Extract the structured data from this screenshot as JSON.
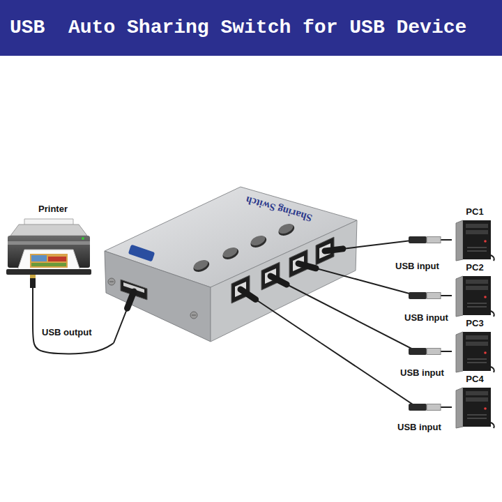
{
  "diagram": {
    "title": "USB  Auto Sharing Switch for USB Device",
    "nodes": [
      {
        "text": [
          "Printer"
        ]
      },
      {
        "text": [
          "Sharing Switch"
        ]
      },
      {
        "text": [
          "PC1"
        ]
      },
      {
        "text": [
          "PC2"
        ]
      },
      {
        "text": [
          "PC3"
        ]
      },
      {
        "text": [
          "PC4"
        ]
      }
    ],
    "edges": [
      {
        "from": 1,
        "to": 0,
        "arrow": "none",
        "label": "USB output"
      },
      {
        "from": 2,
        "to": 1,
        "arrow": "none",
        "label": "USB input"
      },
      {
        "from": 3,
        "to": 1,
        "arrow": "none",
        "label": "USB input"
      },
      {
        "from": 4,
        "to": 1,
        "arrow": "none",
        "label": "USB input"
      },
      {
        "from": 5,
        "to": 1,
        "arrow": "none",
        "label": "USB input"
      }
    ]
  }
}
